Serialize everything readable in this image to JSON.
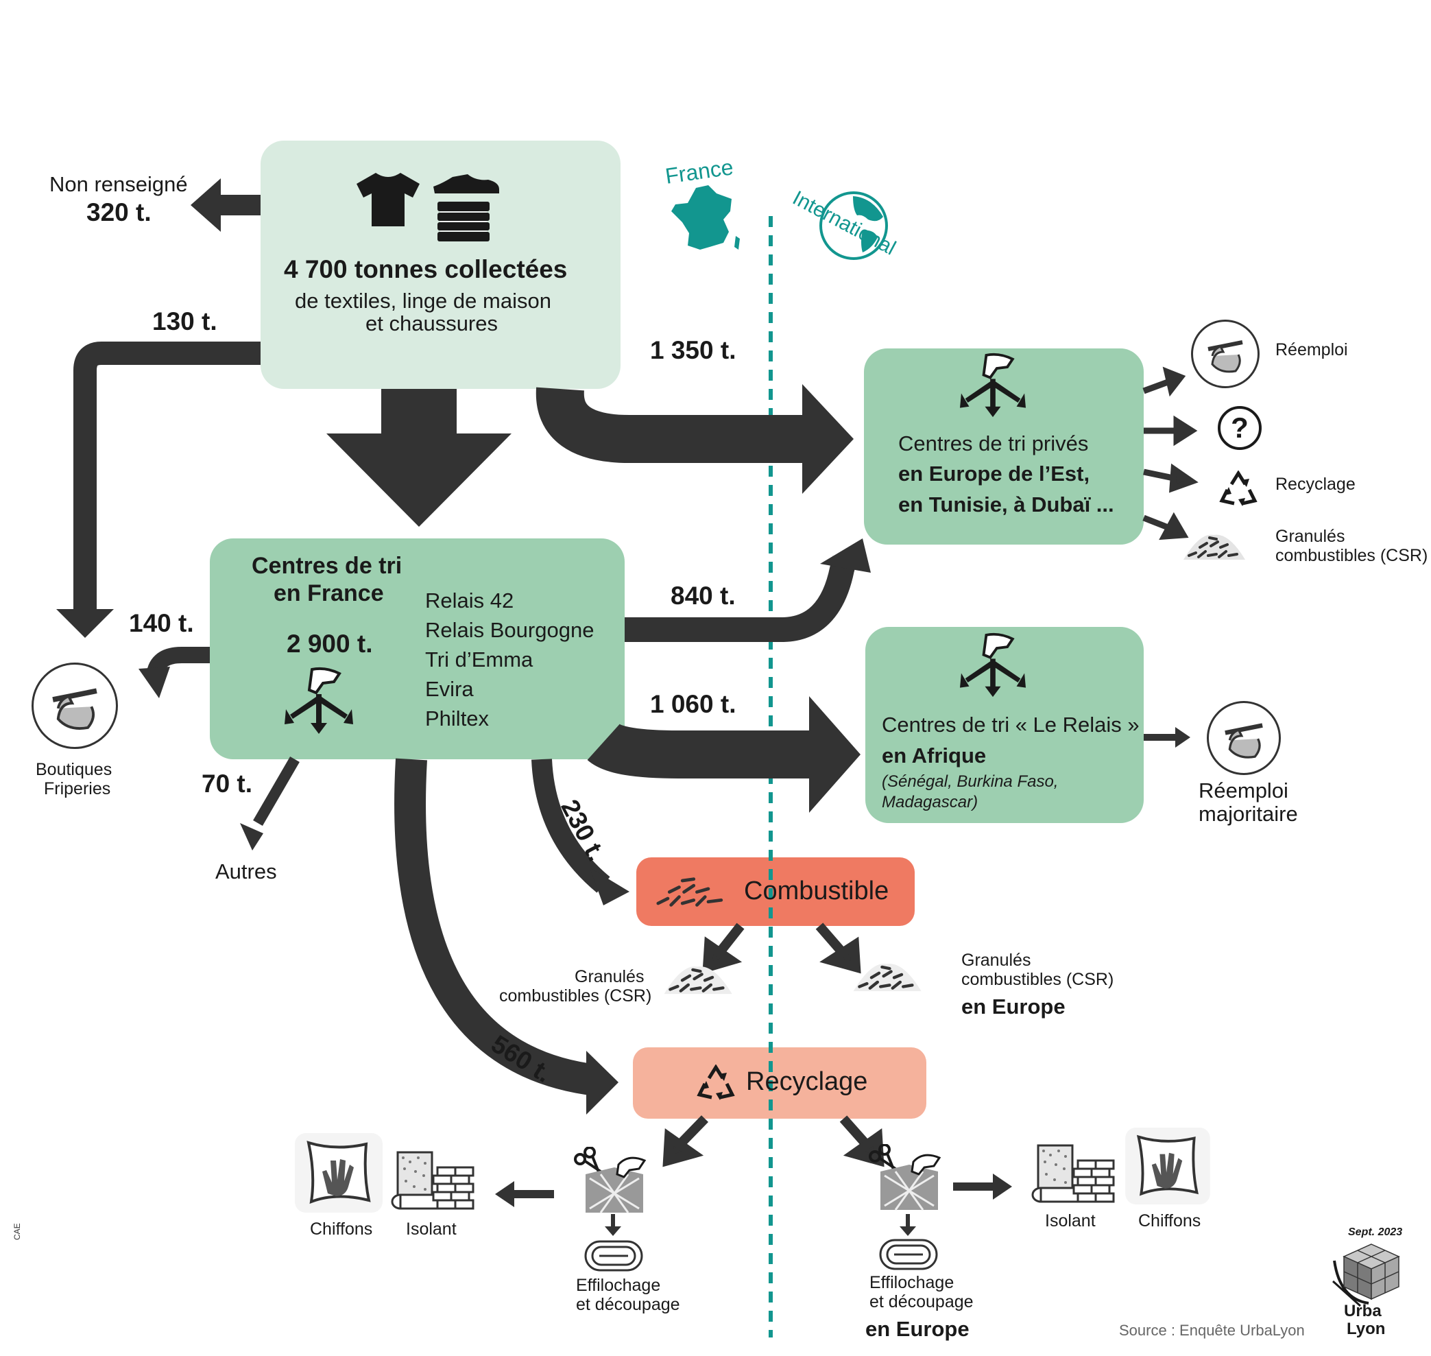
{
  "header": {
    "france_label": "France",
    "international_label": "International"
  },
  "colors": {
    "collect_box": "#d9ebe0",
    "sort_box": "#9dcfb0",
    "combustible": "#ef7a62",
    "recyclage": "#f5b29c",
    "arrow": "#333333",
    "teal": "#12968f"
  },
  "collect": {
    "total": "4 700 tonnes collectées",
    "line1": "de textiles, linge de maison",
    "line2": "et chaussures"
  },
  "non_renseigne": {
    "label": "Non renseigné",
    "qty": "320 t."
  },
  "flows": {
    "to_boutiques_direct": "130 t.",
    "to_intl_private": "1 350 t.",
    "to_boutiques_from_sort": "140 t.",
    "to_intl_private_from_sort": "840 t.",
    "to_africa": "1 060 t.",
    "to_autres": "70 t.",
    "to_combustible": "230 t.",
    "to_recyclage": "560 t."
  },
  "sort_france": {
    "title1": "Centres de tri",
    "title2": "en France",
    "qty": "2 900 t.",
    "members": [
      "Relais 42",
      "Relais Bourgogne",
      "Tri d’Emma",
      "Evira",
      "Philtex"
    ]
  },
  "intl_private": {
    "line1": "Centres de tri privés",
    "line2": "en Europe de l’Est,",
    "line3": "en Tunisie, à Dubaï ..."
  },
  "intl_outputs": {
    "reemploi": "Réemploi",
    "recyclage": "Recyclage",
    "granules1": "Granulés",
    "granules2": "combustibles (CSR)"
  },
  "africa": {
    "line1": "Centres de tri « Le Relais »",
    "line2": "en Afrique",
    "line3": "(Sénégal, Burkina Faso,",
    "line4": "Madagascar)",
    "out1": "Réemploi",
    "out2": "majoritaire"
  },
  "boutiques": {
    "line1": "Boutiques",
    "line2": "Friperies"
  },
  "autres": "Autres",
  "combustible": {
    "title": "Combustible",
    "left1": "Granulés",
    "left2": "combustibles (CSR)",
    "right1": "Granulés",
    "right2": "combustibles (CSR)",
    "right3": "en Europe"
  },
  "recyclage": {
    "title": "Recyclage",
    "chiffons": "Chiffons",
    "isolant": "Isolant",
    "effi1": "Effilochage",
    "effi2": "et découpage",
    "europe": "en Europe"
  },
  "footer": {
    "source": "Source : Enquête UrbaLyon",
    "date": "Sept. 2023",
    "logo1": "Urba",
    "logo2": "Lyon",
    "credit": "CAE"
  }
}
